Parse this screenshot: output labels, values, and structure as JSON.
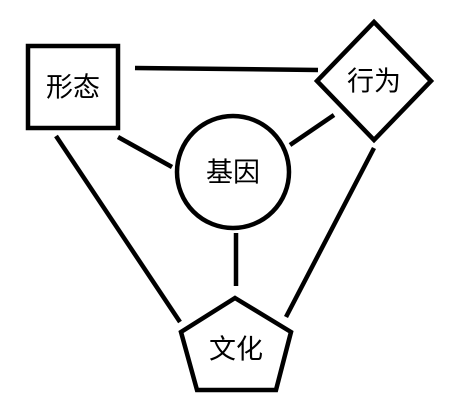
{
  "nodes": {
    "morphology": {
      "label": "形态"
    },
    "behavior": {
      "label": "行为"
    },
    "gene": {
      "label": "基因"
    },
    "culture": {
      "label": "文化"
    }
  },
  "colors": {
    "stroke": "#000000",
    "background": "#ffffff"
  }
}
